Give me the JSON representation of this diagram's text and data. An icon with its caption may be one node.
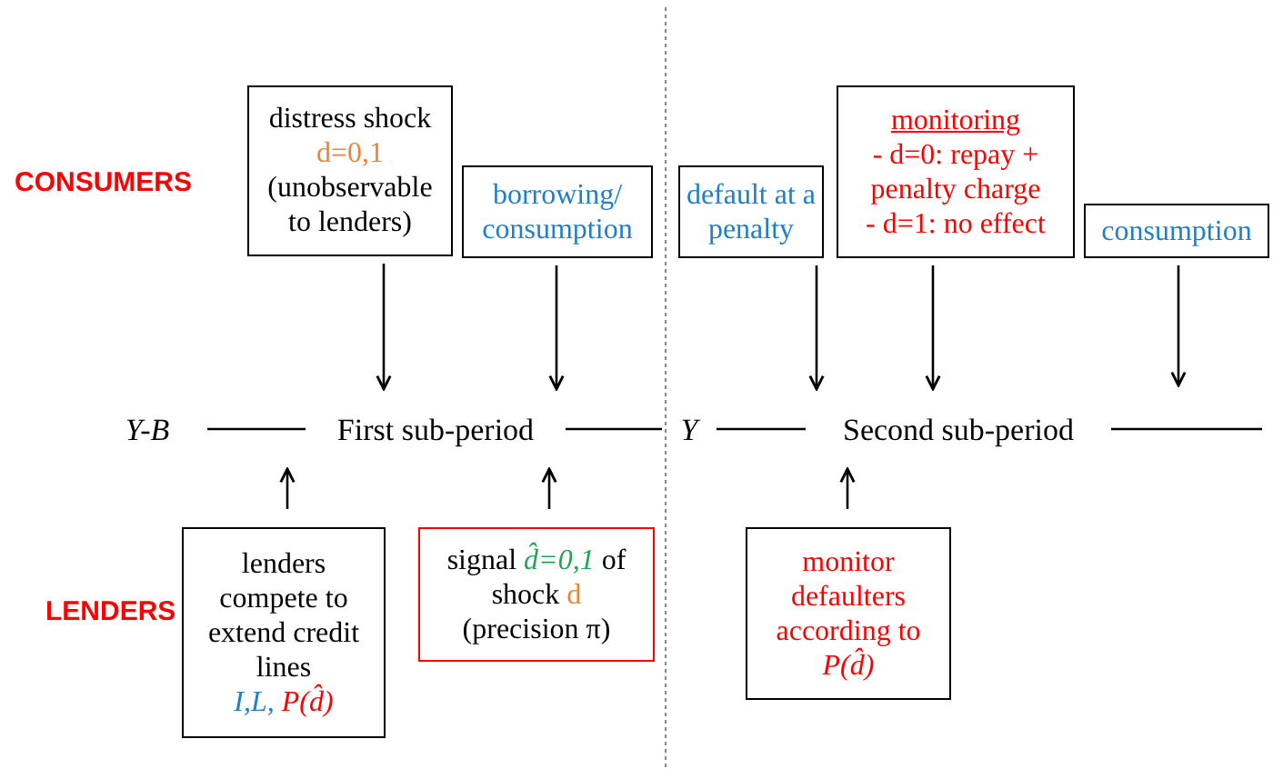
{
  "diagram": {
    "nodes": [
      {
        "text": [
          "distress shock",
          "d=0,1",
          "(unobservable to lenders)"
        ]
      },
      {
        "text": [
          "borrowing/ consumption"
        ]
      },
      {
        "text": [
          "Y-B"
        ]
      },
      {
        "text": [
          "First sub-period"
        ]
      },
      {
        "text": [
          "Y"
        ]
      },
      {
        "text": [
          "Second sub-period"
        ]
      },
      {
        "text": [
          "default at a penalty"
        ]
      },
      {
        "text": [
          "monitoring",
          "- d=0: repay + penalty charge",
          "- d=1: no effect"
        ]
      },
      {
        "text": [
          "consumption"
        ]
      },
      {
        "text": [
          "lenders compete to extend credit lines",
          "I,L,",
          "P(d̂)"
        ]
      },
      {
        "text": [
          "signal",
          "d̂=0,1",
          "of shock",
          "d",
          "(precision π)"
        ]
      },
      {
        "text": [
          "monitor defaulters according to",
          "P(d̂)"
        ]
      }
    ],
    "edges": [
      {
        "from": 2,
        "to": 3,
        "arrow": "none"
      },
      {
        "from": 3,
        "to": 4,
        "arrow": "none"
      },
      {
        "from": 4,
        "to": 5,
        "arrow": "none"
      },
      {
        "from": 5,
        "to": null,
        "arrow": "none"
      },
      {
        "from": 0,
        "to": 3,
        "arrow": "to"
      },
      {
        "from": 1,
        "to": 3,
        "arrow": "to"
      },
      {
        "from": 6,
        "to": 5,
        "arrow": "to"
      },
      {
        "from": 7,
        "to": 5,
        "arrow": "to"
      },
      {
        "from": 8,
        "to": null,
        "arrow": "to"
      },
      {
        "from": 9,
        "to": 3,
        "arrow": "to"
      },
      {
        "from": 10,
        "to": 3,
        "arrow": "to"
      },
      {
        "from": 11,
        "to": 5,
        "arrow": "to"
      }
    ],
    "labels": [
      "CONSUMERS",
      "LENDERS"
    ]
  }
}
